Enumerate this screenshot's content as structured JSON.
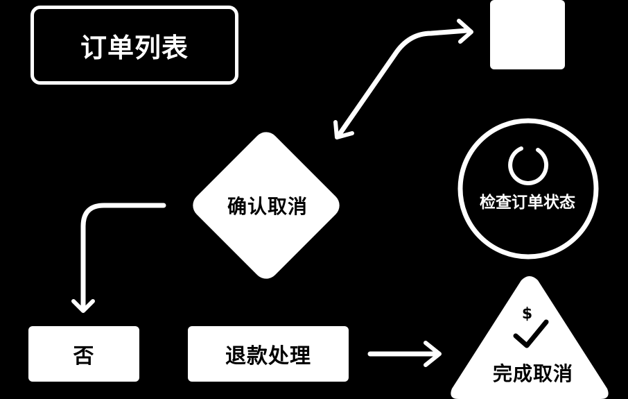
{
  "nodes": {
    "order_list": "订单列表",
    "confirm_cancel": "确认取消",
    "check_status": "检查订单状态",
    "no": "否",
    "refund": "退款处理",
    "dollar_sign": "$",
    "complete_cancel": "完成取消"
  },
  "icons": {
    "status_icon": "loading-ring-icon",
    "check_icon": "checkmark-icon"
  },
  "colors": {
    "background": "#000000",
    "foreground": "#ffffff"
  }
}
